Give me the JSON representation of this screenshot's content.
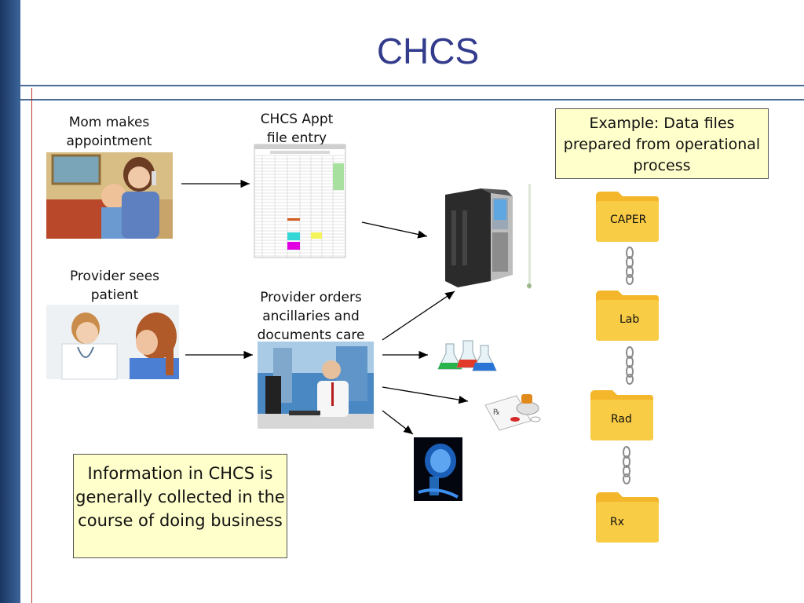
{
  "title": "CHCS",
  "labels": {
    "mom": "Mom makes appointment",
    "appt": "CHCS Appt file entry",
    "provider_sees": "Provider sees patient",
    "provider_orders": "Provider orders ancillaries and documents care"
  },
  "boxes": {
    "example": "Example:  Data files prepared from operational process",
    "info": "Information in CHCS is generally collected in the course of doing business"
  },
  "folders": [
    "CAPER",
    "Lab",
    "Rad",
    "Rx"
  ],
  "colors": {
    "title": "#333c8c",
    "box_fill": "#ffffcc",
    "folder": "#f7c531",
    "left_bar": "#1b3560"
  }
}
